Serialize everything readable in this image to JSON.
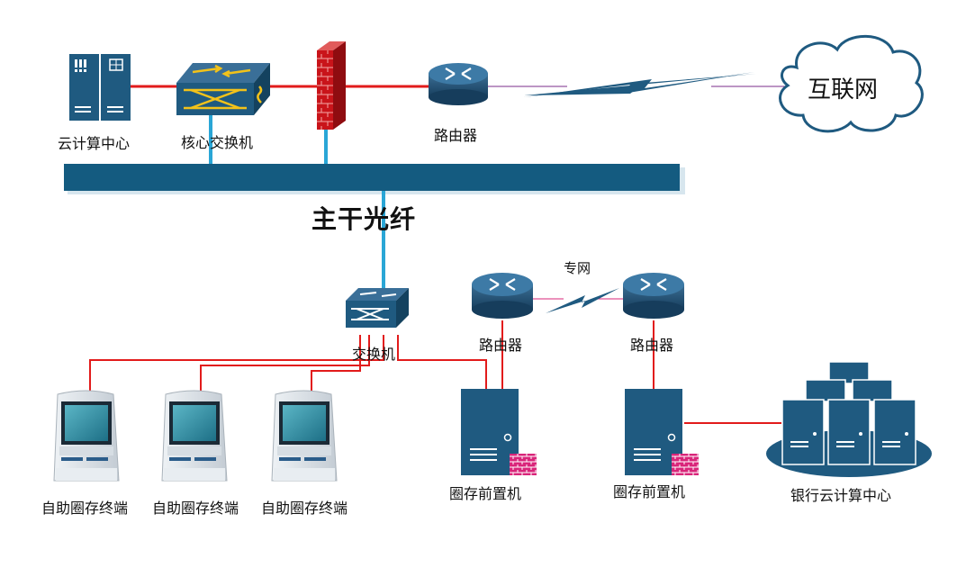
{
  "nodes": {
    "cloud_dc": "云计算中心",
    "core_switch": "核心交换机",
    "router_top": "路由器",
    "internet": "互联网",
    "backbone": "主干光纤",
    "access_switch": "交换机",
    "private_net": "专网",
    "router_left": "路由器",
    "router_right": "路由器",
    "kiosk_1": "自助圈存终端",
    "kiosk_2": "自助圈存终端",
    "kiosk_3": "自助圈存终端",
    "front_1": "圈存前置机",
    "front_2": "圈存前置机",
    "bank_dc": "银行云计算中心"
  },
  "colors": {
    "device_blue": "#1f5a80",
    "bus_blue": "#145b80",
    "fiber": "#2aa6d6",
    "link_red": "#e21b1b",
    "firewall_red": "#c9141a",
    "wan_purple": "#7a2b8a",
    "brick_pink": "#d9257a"
  }
}
